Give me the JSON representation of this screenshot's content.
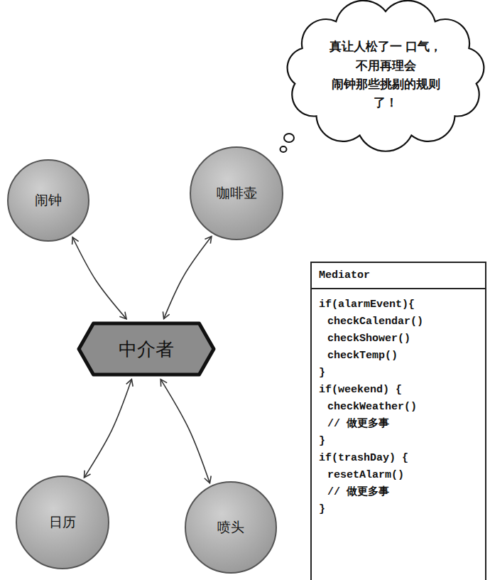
{
  "diagram": {
    "nodes": [
      {
        "text": [
          "真让人松了一 口气，不用再理会 闹钟那些挑剔的规则 了！"
        ]
      },
      {
        "text": [
          "闹钟"
        ]
      },
      {
        "text": [
          "咖啡壶"
        ]
      },
      {
        "text": [
          "中介者"
        ]
      },
      {
        "text": [
          "Mediator",
          "if(alarmEvent){",
          "checkCalendar()",
          "checkShower()",
          "checkTemp()",
          "}",
          "if(weekend) {",
          "checkWeather()",
          "// 做更多事",
          "}",
          "if(trashDay) {",
          "resetAlarm()",
          "// 做更多事",
          "}"
        ]
      },
      {
        "text": [
          "日历"
        ]
      },
      {
        "text": [
          "喷头"
        ]
      }
    ],
    "edges": [
      {
        "from": 1,
        "to": 3,
        "arrow": "both"
      },
      {
        "from": 2,
        "to": 3,
        "arrow": "both"
      },
      {
        "from": 5,
        "to": 3,
        "arrow": "both"
      },
      {
        "from": 6,
        "to": 3,
        "arrow": "both"
      }
    ]
  }
}
